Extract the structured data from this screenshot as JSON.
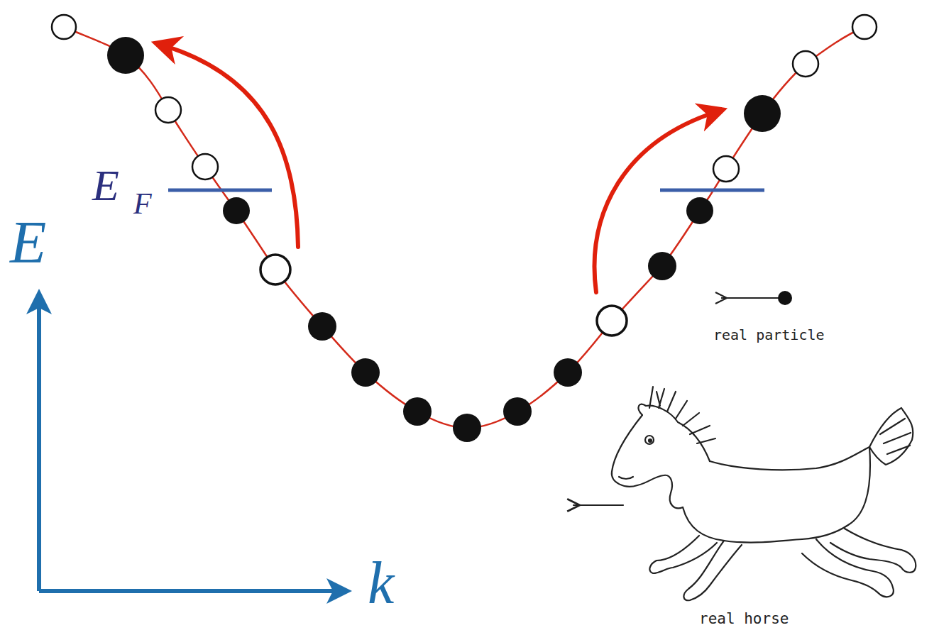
{
  "diagram": {
    "labels": [
      "E",
      "F",
      "E",
      "k",
      "real particle",
      "real horse"
    ]
  }
}
